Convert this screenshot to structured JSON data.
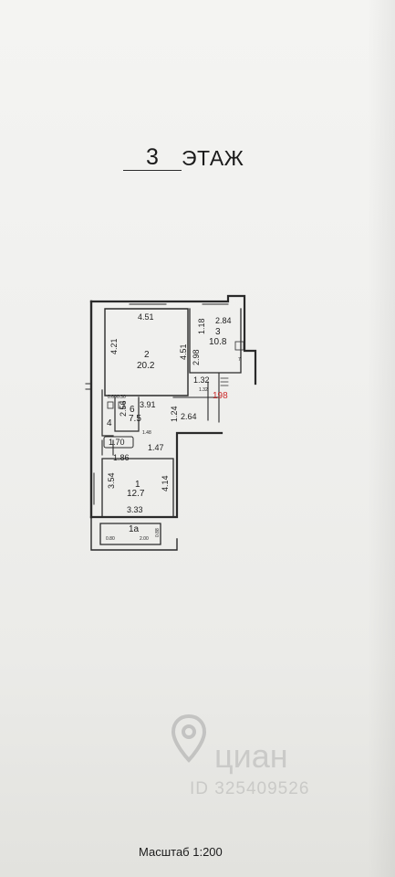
{
  "heading": {
    "floor_number": "3",
    "floor_word": "ЭТАЖ"
  },
  "plan": {
    "rooms": {
      "r2_no": "2",
      "r2_area": "20.2",
      "r3_no": "3",
      "r3_area": "10.8",
      "r6_no": "6",
      "r6_area": "7.5",
      "r4_no": "4",
      "r1_no": "1",
      "r1_area": "12.7",
      "r1a_no": "1а",
      "r7_no": "7",
      "box_value": "1.70"
    },
    "dims": {
      "d451_top": "4.51",
      "d421": "4.21",
      "d451_side": "4.51",
      "d391": "3.91",
      "d284": "2.84",
      "d118": "1.18",
      "d298": "2.98",
      "d132a": "1.32",
      "d132b": "1.32",
      "d256": "2.56",
      "d124": "1.24",
      "d264": "2.64",
      "d148": "1.48",
      "d147": "1.47",
      "d186": "1.86",
      "d354": "3.54",
      "d414": "4.14",
      "d333": "3.33",
      "d080": "0.80",
      "d200": "2.00",
      "d088": "0.88",
      "d060": "0.60",
      "d030": "0.30"
    },
    "stair_mark": "198"
  },
  "watermark": {
    "brand": "циан",
    "listing_id": "ID 325409526"
  },
  "scale": {
    "label": "Масштаб 1:200"
  },
  "colors": {
    "line": "#2a2a2a",
    "stair_mark": "#cc2a2a",
    "watermark": "#9a9a9a"
  },
  "icons": {
    "watermark_pin": "location-pin-icon"
  }
}
